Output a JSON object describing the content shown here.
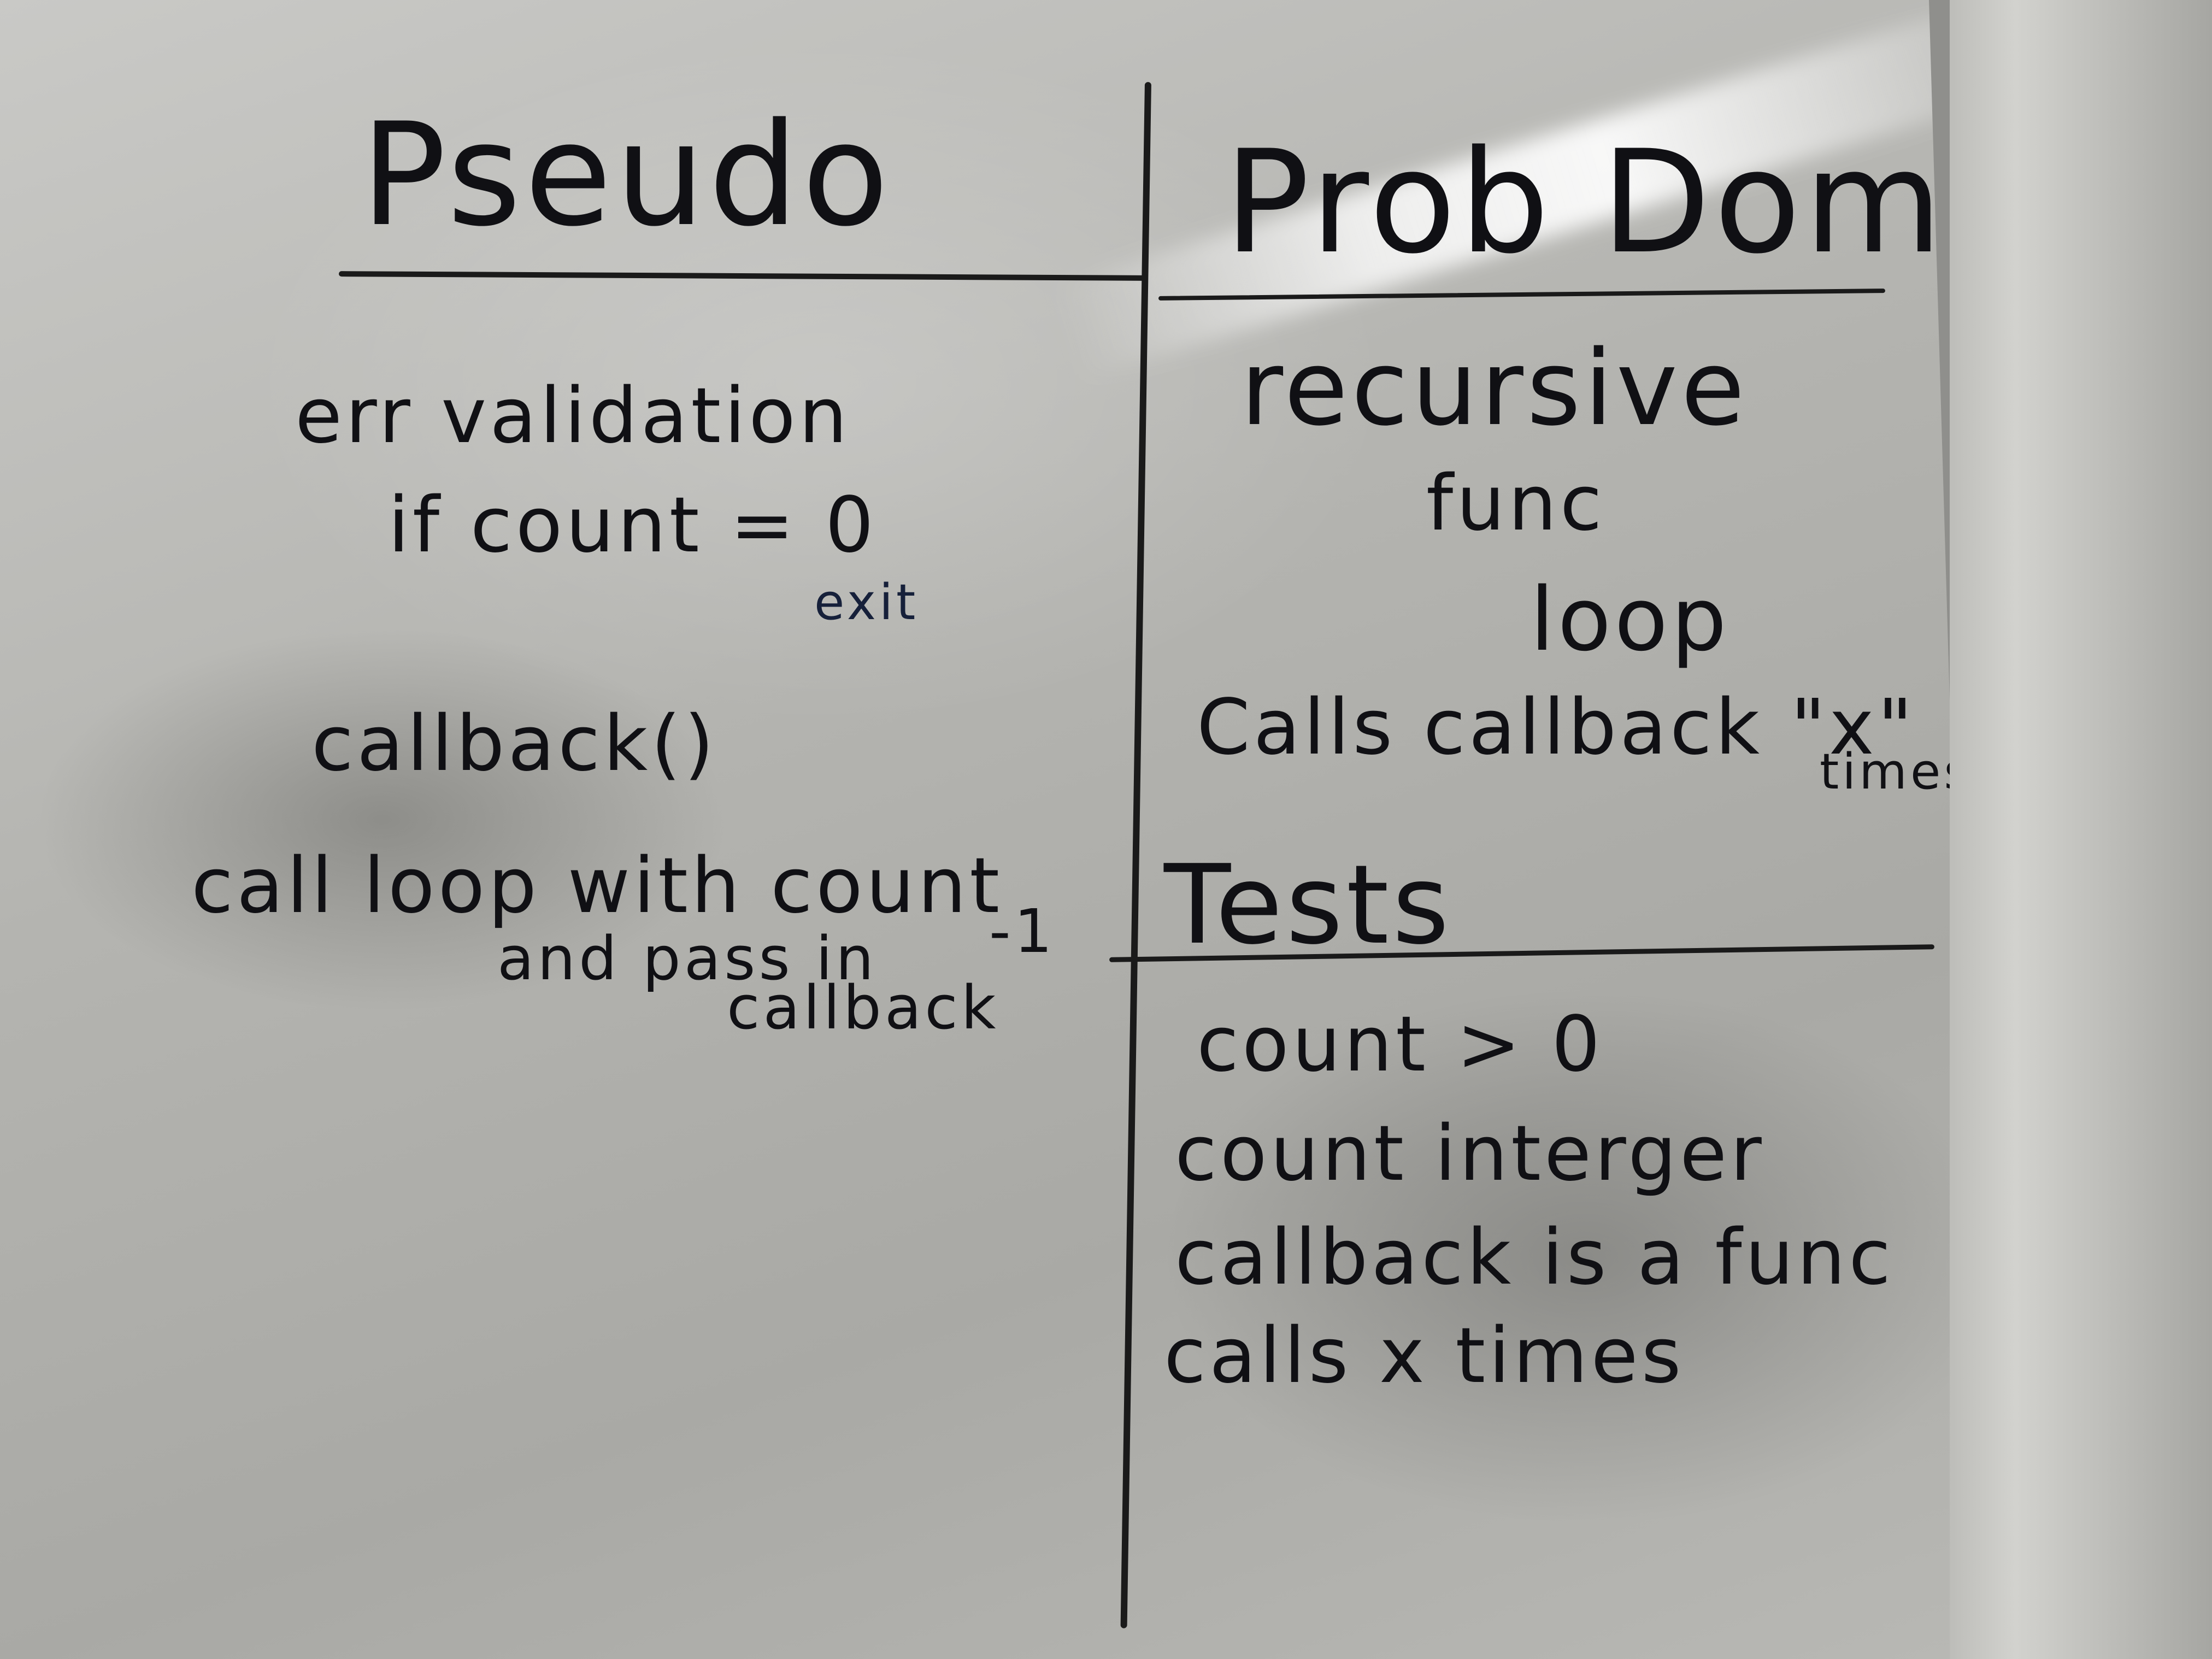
{
  "board": {
    "left_column": {
      "heading": "Pseudo",
      "lines": [
        "err validation",
        "if count = 0",
        "exit",
        "callback()",
        "call loop with count",
        "-1",
        "and pass in",
        "callback"
      ]
    },
    "right_column": {
      "heading": "Prob Domain",
      "lines": [
        "recursive",
        "func",
        "loop",
        "Calls callback \"x\"",
        "times"
      ],
      "tests": {
        "heading": "Tests",
        "items": [
          "count > 0",
          "count interger",
          "callback is a func",
          "calls x times"
        ]
      }
    }
  }
}
